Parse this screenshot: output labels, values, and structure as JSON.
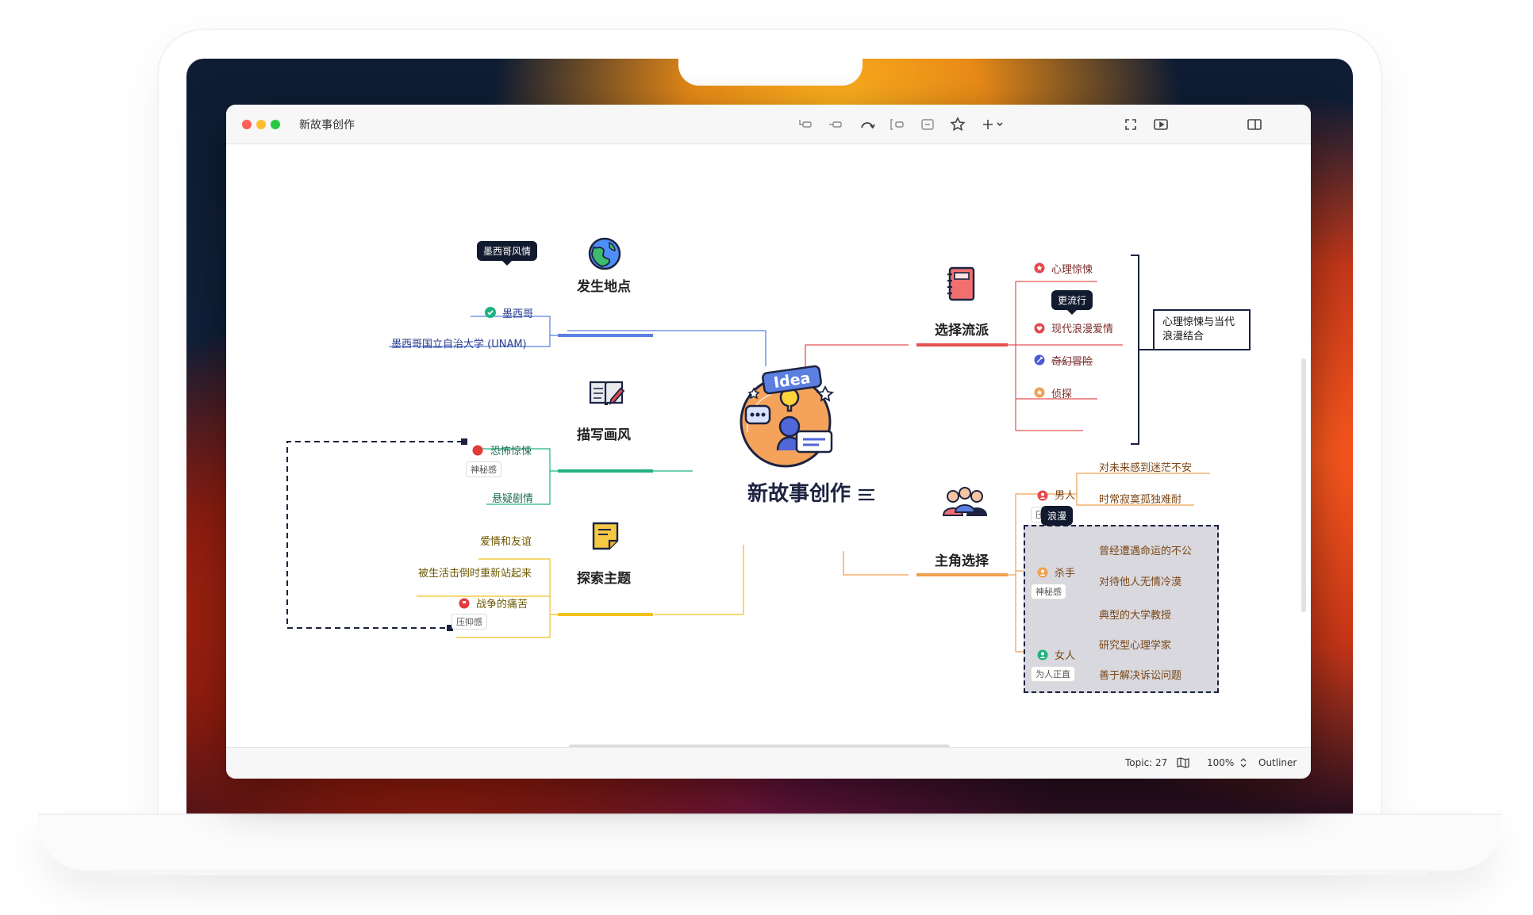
{
  "window": {
    "title": "新故事创作"
  },
  "status": {
    "topic_label": "Topic: 27",
    "zoom": "100%",
    "outliner": "Outliner"
  },
  "map": {
    "central": {
      "title": "新故事创作",
      "image_text": "Idea"
    },
    "branches": {
      "location": {
        "title": "发生地点",
        "items": [
          "墨西哥",
          "墨西哥国立自治大学 (UNAM)"
        ],
        "callout": "墨西哥风情"
      },
      "style": {
        "title": "描写画风",
        "items": [
          "恐怖惊悚",
          "悬疑剧情"
        ],
        "badge": "神秘感"
      },
      "theme": {
        "title": "探索主题",
        "items": [
          "爱情和友谊",
          "被生活击倒时重新站起来",
          "战争的痛苦"
        ],
        "badge": "压抑感"
      },
      "genre": {
        "title": "选择流派",
        "items": [
          "心理惊悚",
          "现代浪漫爱情",
          "奇幻冒险",
          "侦探"
        ],
        "callout": "更流行",
        "summary": "心理惊悚与当代浪漫结合"
      },
      "character": {
        "title": "主角选择",
        "callout": "浪漫",
        "man": {
          "label": "男人",
          "badge": "压抑感",
          "items": [
            "对未来感到迷茫不安",
            "时常寂寞孤独难耐"
          ]
        },
        "killer": {
          "label": "杀手",
          "badge": "神秘感",
          "items": [
            "曾经遭遇命运的不公",
            "对待他人无情冷漠"
          ]
        },
        "woman": {
          "label": "女人",
          "badge": "为人正直",
          "items": [
            "典型的大学教授",
            "研究型心理学家",
            "善于解决诉讼问题"
          ]
        }
      }
    }
  },
  "colors": {
    "blue": "#5b7fe0",
    "green": "#1fb37d",
    "yellow": "#f2c21b",
    "red": "#e55050",
    "orange": "#f0a050",
    "navy": "#1a2140",
    "text_blue": "#2a3d8f",
    "text_green": "#1c6e4e",
    "text_olive": "#6d5a00",
    "text_brown": "#7a4616"
  }
}
